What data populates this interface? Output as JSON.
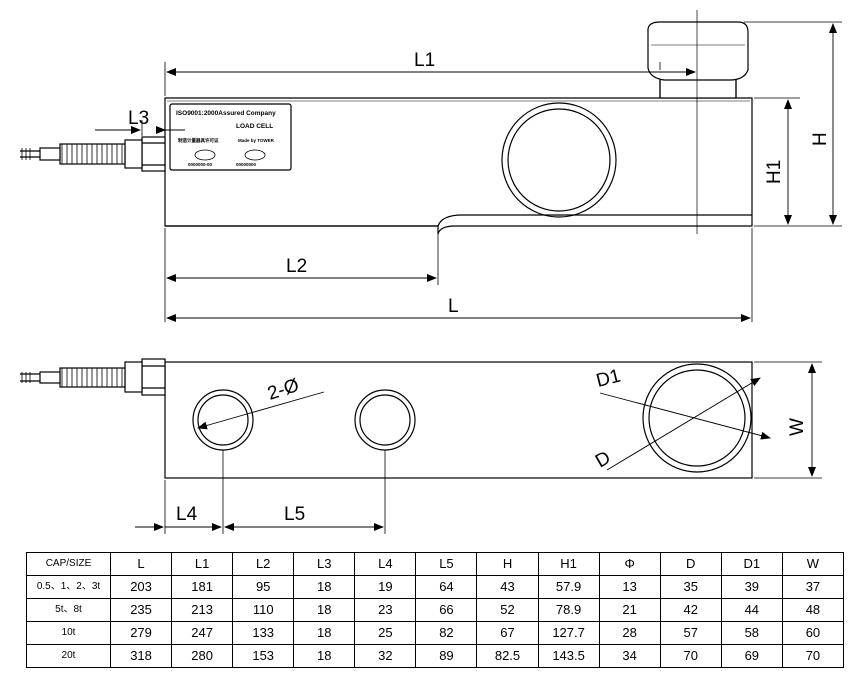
{
  "labels": {
    "L1": "L1",
    "L2": "L2",
    "L3": "L3",
    "L": "L",
    "H": "H",
    "H1": "H1",
    "L4": "L4",
    "L5": "L5",
    "two_phi": "2-Ø",
    "D1": "D1",
    "D": "D",
    "W": "W"
  },
  "nameplate": {
    "line1": "ISO9001:2000Assured  Company",
    "line2": "LOAD CELL",
    "line3a": "制造计量器具许可证",
    "line3b": "Made by TOWER",
    "line4a": "0000000-00",
    "line4b": "00000000"
  },
  "table": {
    "headers": [
      "CAP/SIZE",
      "L",
      "L1",
      "L2",
      "L3",
      "L4",
      "L5",
      "H",
      "H1",
      "Φ",
      "D",
      "D1",
      "W"
    ],
    "rows": [
      [
        "0.5、1、2、3t",
        "203",
        "181",
        "95",
        "18",
        "19",
        "64",
        "43",
        "57.9",
        "13",
        "35",
        "39",
        "37"
      ],
      [
        "5t、8t",
        "235",
        "213",
        "110",
        "18",
        "23",
        "66",
        "52",
        "78.9",
        "21",
        "42",
        "44",
        "48"
      ],
      [
        "10t",
        "279",
        "247",
        "133",
        "18",
        "25",
        "82",
        "67",
        "127.7",
        "28",
        "57",
        "58",
        "60"
      ],
      [
        "20t",
        "318",
        "280",
        "153",
        "18",
        "32",
        "89",
        "82.5",
        "143.5",
        "34",
        "70",
        "69",
        "70"
      ]
    ]
  }
}
